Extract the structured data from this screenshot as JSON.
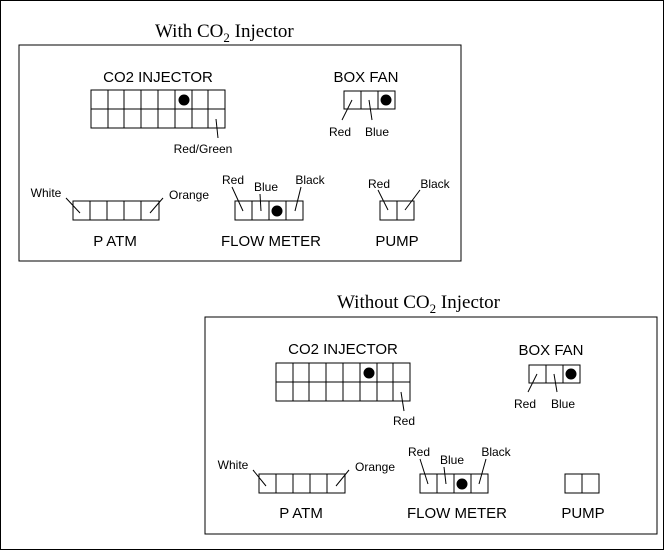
{
  "diagram_top": {
    "title": "With CO",
    "title_sub": "2",
    "title_suffix": " Injector",
    "co2_injector": {
      "label": "CO2 INJECTOR",
      "wire": "Red/Green"
    },
    "box_fan": {
      "label": "BOX FAN",
      "wire_left": "Red",
      "wire_right": "Blue"
    },
    "p_atm": {
      "label": "P ATM",
      "wire_left": "White",
      "wire_right": "Orange"
    },
    "flow_meter": {
      "label": "FLOW METER",
      "wire_left": "Red",
      "wire_mid": "Blue",
      "wire_right": "Black"
    },
    "pump": {
      "label": "PUMP",
      "wire_left": "Red",
      "wire_right": "Black"
    }
  },
  "diagram_bottom": {
    "title": "Without CO",
    "title_sub": "2",
    "title_suffix": " Injector",
    "co2_injector": {
      "label": "CO2 INJECTOR",
      "wire": "Red"
    },
    "box_fan": {
      "label": "BOX FAN",
      "wire_left": "Red",
      "wire_right": "Blue"
    },
    "p_atm": {
      "label": "P ATM",
      "wire_left": "White",
      "wire_right": "Orange"
    },
    "flow_meter": {
      "label": "FLOW METER",
      "wire_left": "Red",
      "wire_mid": "Blue",
      "wire_right": "Black"
    },
    "pump": {
      "label": "PUMP"
    }
  },
  "colors": {
    "line": "#000000",
    "background": "#ffffff"
  }
}
